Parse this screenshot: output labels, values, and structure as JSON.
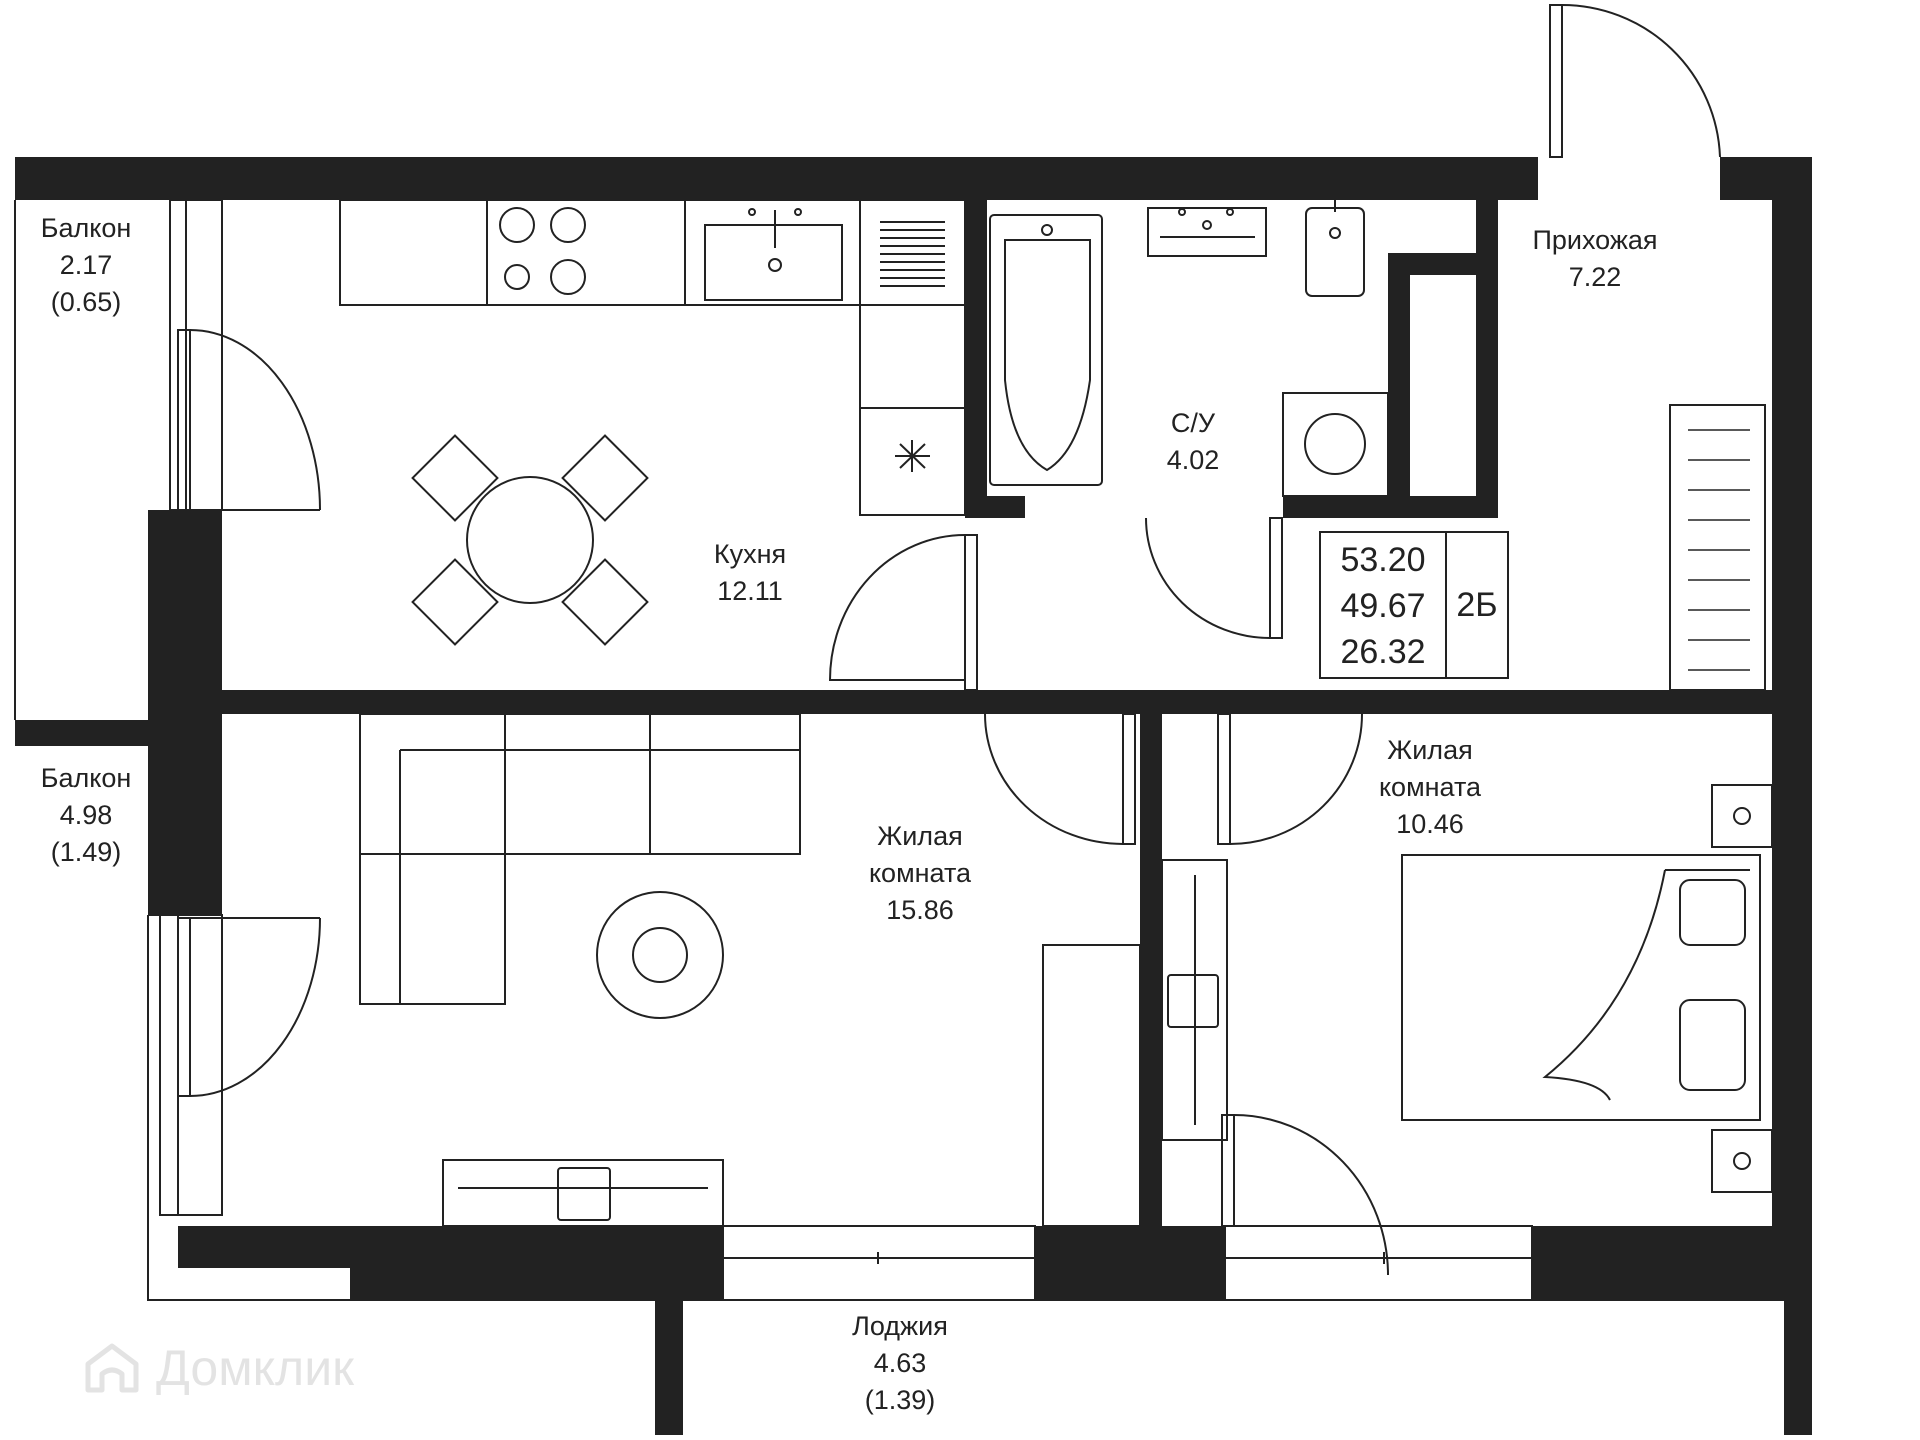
{
  "rooms": {
    "balcony_top": {
      "name": "Балкон",
      "area": "2.17",
      "reduced": "(0.65)"
    },
    "balcony_bottom": {
      "name": "Балкон",
      "area": "4.98",
      "reduced": "(1.49)"
    },
    "kitchen": {
      "name": "Кухня",
      "area": "12.11"
    },
    "bathroom": {
      "name": "С/У",
      "area": "4.02"
    },
    "hallway": {
      "name": "Прихожая",
      "area": "7.22"
    },
    "living_large": {
      "name_line1": "Жилая",
      "name_line2": "комната",
      "area": "15.86"
    },
    "living_small": {
      "name_line1": "Жилая",
      "name_line2": "комната",
      "area": "10.46"
    },
    "loggia": {
      "name": "Лоджия",
      "area": "4.63",
      "reduced": "(1.39)"
    }
  },
  "summary": {
    "total_area": "53.20",
    "area_no_balcony": "49.67",
    "living_area": "26.32",
    "layout_code": "2Б"
  },
  "watermark": {
    "text": "Домклик"
  },
  "colors": {
    "wall": "#222222",
    "line": "#222222",
    "background": "#ffffff"
  }
}
